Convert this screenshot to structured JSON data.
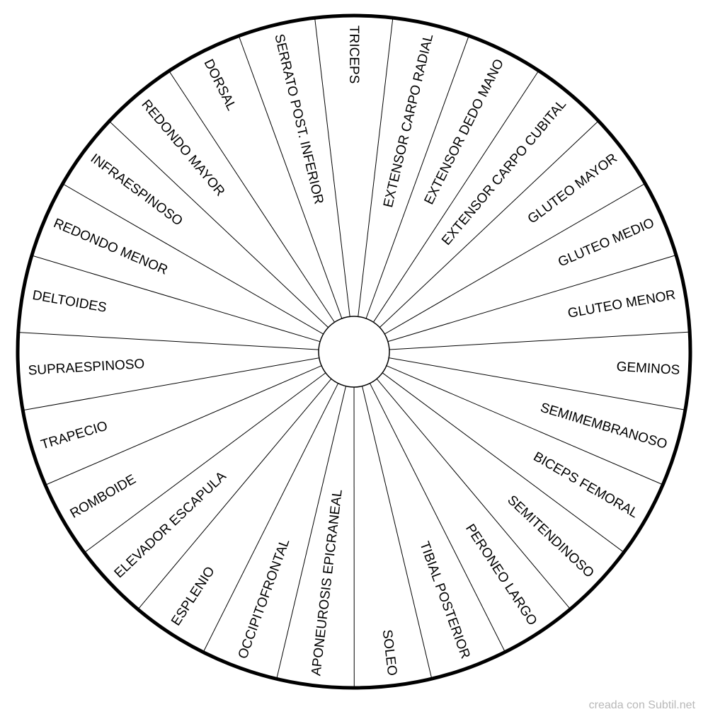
{
  "wheel": {
    "segments": [
      "TRICEPS",
      "EXTENSOR CARPO RADIAL",
      "EXTENSOR DEDO MANO",
      "EXTENSOR CARPO CUBITAL",
      "GLUTEO MAYOR",
      "GLUTEO MEDIO",
      "GLUTEO MENOR",
      "GEMINOS",
      "SEMIMEMBRANOSO",
      "BICEPS FEMORAL",
      "SEMITENDINOSO",
      "PERONEO LARGO",
      "TIBIAL POSTERIOR",
      "SOLEO",
      "APONEUROSIS EPICRANEAL",
      "OCCIPITOFRONTAL",
      "ESPLENIO",
      "ELEVADOR ESCAPULA",
      "ROMBOIDE",
      "TRAPECIO",
      "SUPRAESPINOSO",
      "DELTOIDES",
      "REDONDO MENOR",
      "INFRAESPINOSO",
      "REDONDO MAYOR",
      "DORSAL",
      "SERRATO POST. INFERIOR"
    ],
    "colors": {
      "line": "#000000",
      "fill": "#ffffff"
    }
  },
  "credit": "creada con Subtil.net"
}
